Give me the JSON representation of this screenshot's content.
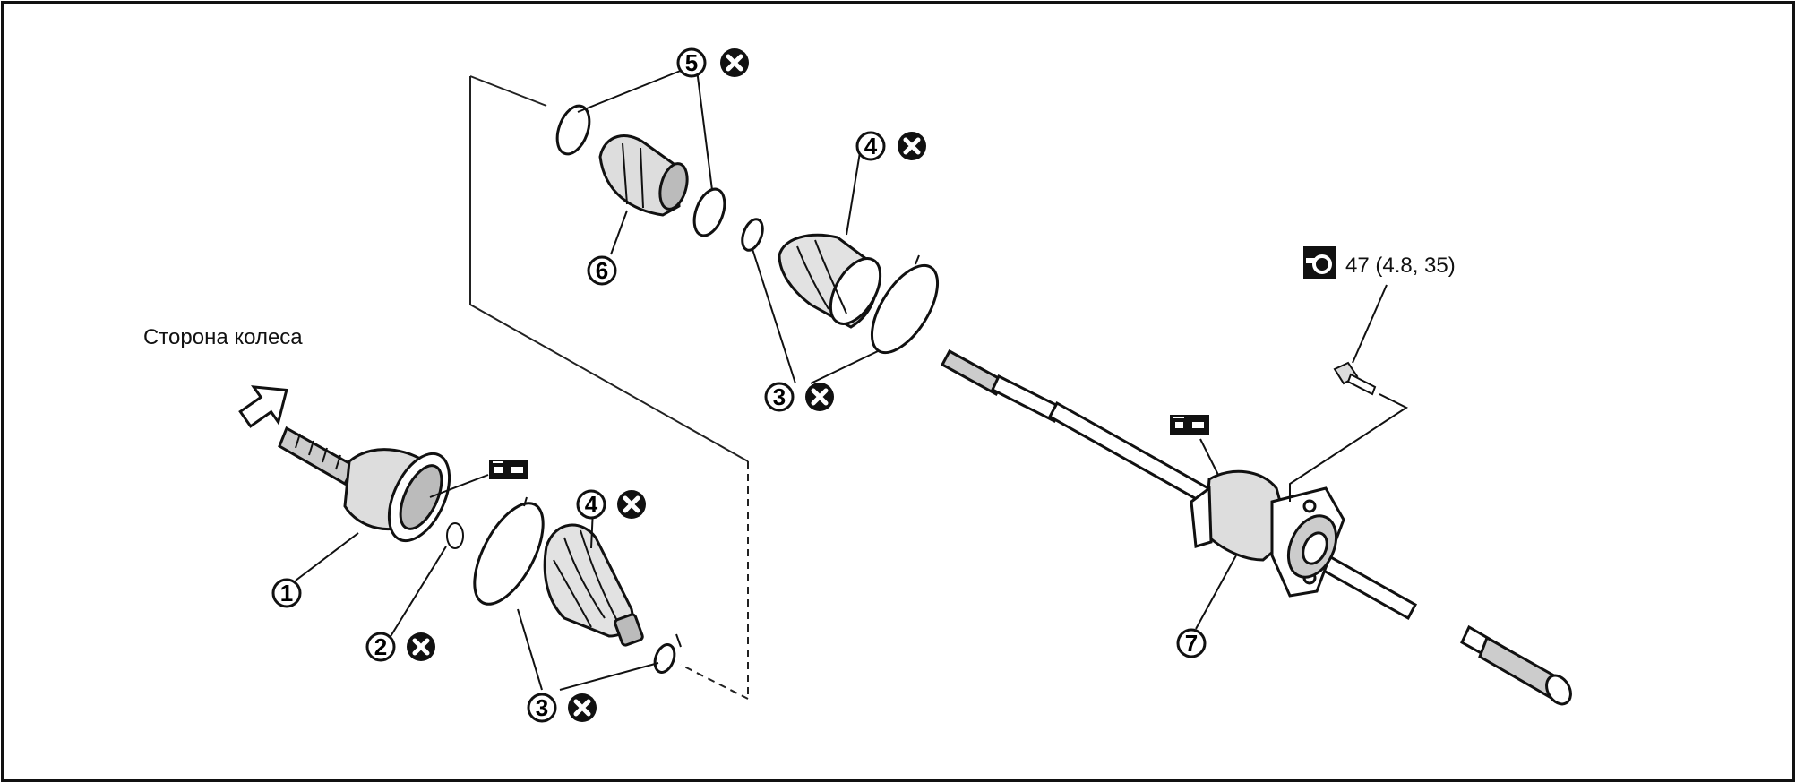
{
  "diagram": {
    "side_label": "Сторона колеса",
    "torque_value": "47 (4.8, 35)",
    "part_numbers": {
      "p1": "1",
      "p2": "2",
      "p3a": "3",
      "p3b": "3",
      "p4a": "4",
      "p4b": "4",
      "p5": "5",
      "p6": "6",
      "p7": "7"
    },
    "icons": {
      "do_not_reuse": "x-circle-icon",
      "grease": "grease-gun-icon",
      "torque": "torque-wrench-icon",
      "direction": "direction-arrow-icon"
    },
    "colors": {
      "ink": "#111111",
      "background": "#ffffff"
    }
  }
}
